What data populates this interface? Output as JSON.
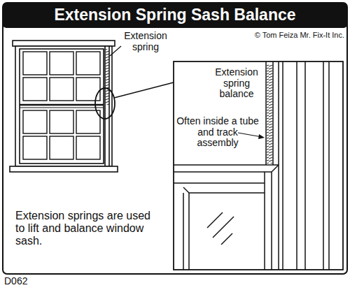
{
  "diagram": {
    "title": "Extension Spring Sash Balance",
    "caption": "Extension springs are used to lift and balance window sash.",
    "labels": [
      "© Tom Feiza Mr. Fix-It Inc.",
      "Extension spring",
      "Extension spring balance",
      "Often inside a tube and track assembly",
      "D062"
    ]
  }
}
